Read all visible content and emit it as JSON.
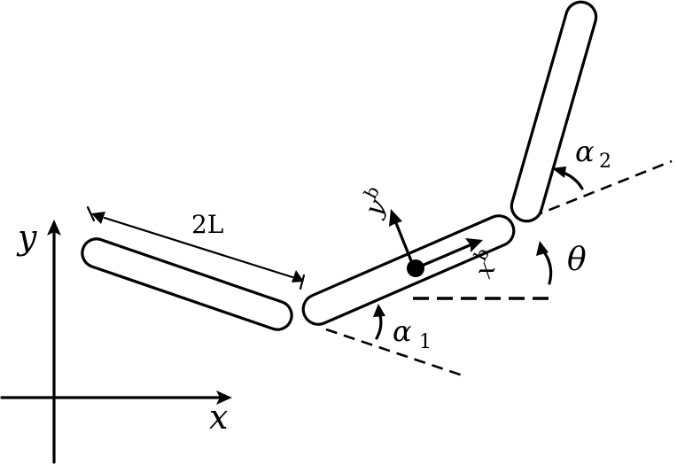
{
  "labels": {
    "length": "2L",
    "axis_x": "x",
    "axis_y": "y",
    "body_x": "x",
    "body_x_sup": "b",
    "body_y": "y",
    "body_y_sup": "b",
    "theta": "θ",
    "alpha1": "α",
    "alpha1_sub": "1",
    "alpha2": "α",
    "alpha2_sub": "2"
  }
}
